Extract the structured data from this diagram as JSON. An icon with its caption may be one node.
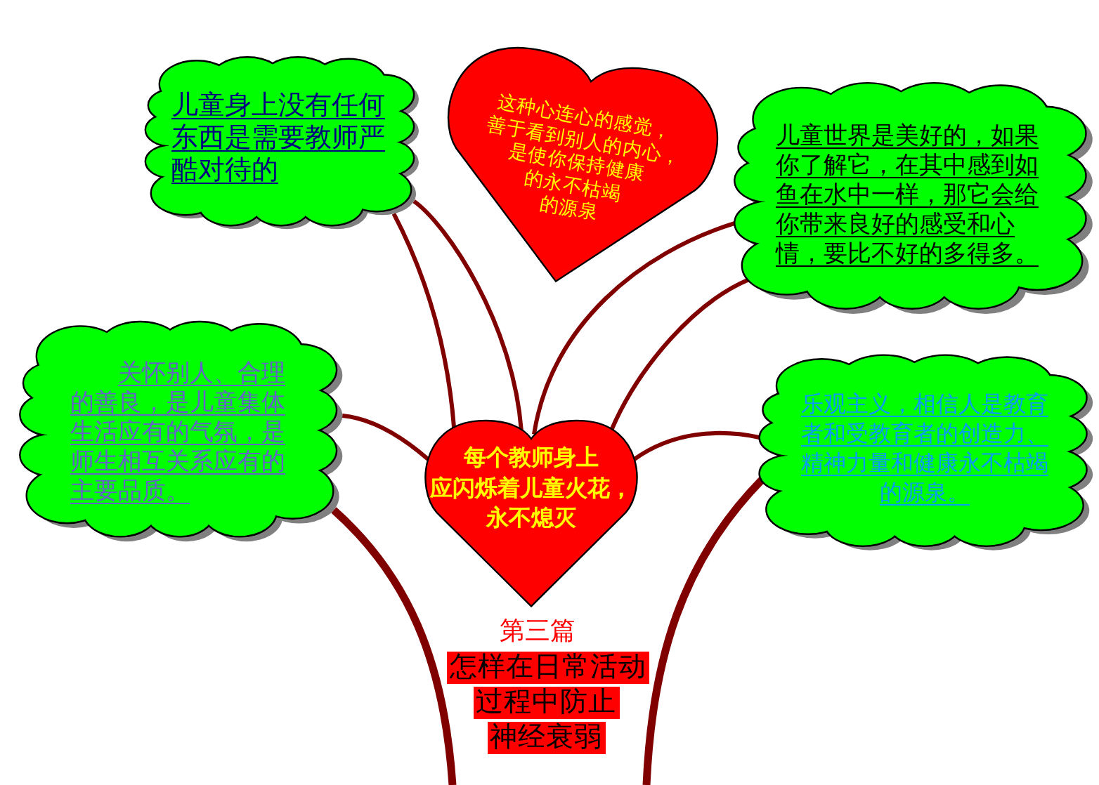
{
  "diagram": {
    "nodes": [
      {
        "text": [
          "儿童身上没有任何东西是需要教师严酷对待的"
        ]
      },
      {
        "text": [
          "这种心连心的感觉，善于看到别人的内心，是使你保持健康的永不枯竭的源泉"
        ]
      },
      {
        "text": [
          "儿童世界是美好的，如果你了解它，在其中感到如鱼在水中一样，那它会给你带来良好的感受和心情，要比不好的多得多。"
        ]
      },
      {
        "text": [
          "关怀别人、合理的善良，是儿童集体生活应有的气氛，是师生相互关系应有的主要品质。"
        ]
      },
      {
        "text": [
          "乐观主义，相信人是教育者和受教育者的创造力、精神力量和健康永不枯竭的源泉。"
        ]
      },
      {
        "text": [
          "每个教师身上应闪烁着儿童火花，永不熄灭"
        ]
      }
    ],
    "edges": [
      {
        "from": 5,
        "to": 0,
        "arrow": "none"
      },
      {
        "from": 5,
        "to": 0,
        "arrow": "none"
      },
      {
        "from": 5,
        "to": 2,
        "arrow": "none"
      },
      {
        "from": 5,
        "to": 2,
        "arrow": "none"
      },
      {
        "from": 5,
        "to": 3,
        "arrow": "none"
      },
      {
        "from": 5,
        "to": 4,
        "arrow": "none"
      },
      {
        "from": null,
        "to": 3,
        "arrow": "none",
        "style": "thick"
      },
      {
        "from": null,
        "to": 4,
        "arrow": "none",
        "style": "thick"
      }
    ],
    "labels": [
      "第三篇",
      "怎样在日常活动过程中防止神经衰弱"
    ]
  }
}
